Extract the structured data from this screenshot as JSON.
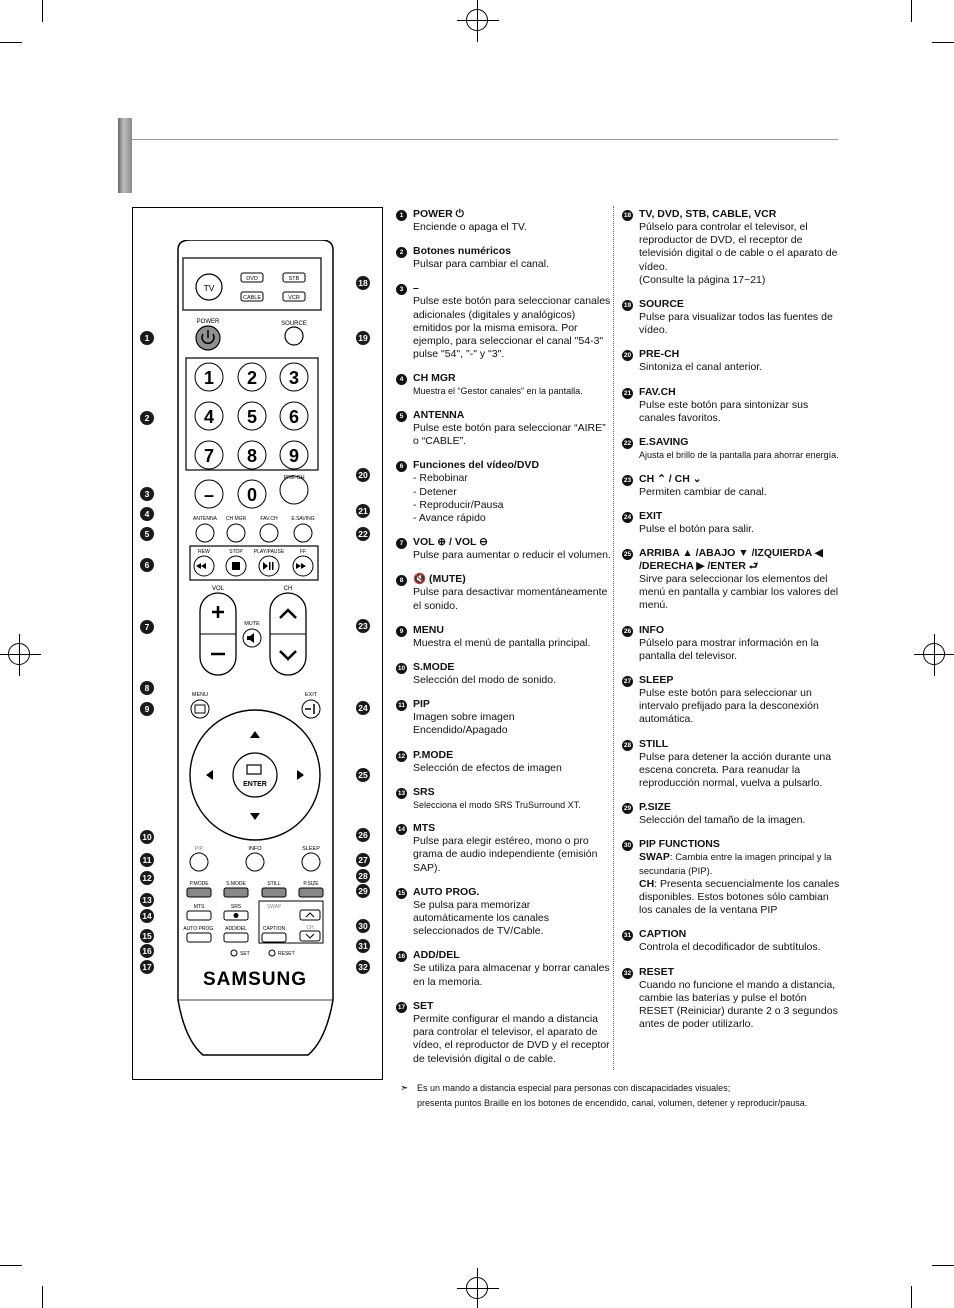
{
  "remote": {
    "labels": {
      "tv": "TV",
      "dvd": "DVD",
      "stb": "STB",
      "cable": "CABLE",
      "vcr": "VCR",
      "power": "POWER",
      "source": "SOURCE",
      "prech": "PRE-CH",
      "antenna": "ANTENNA",
      "chmgr": "CH MGR",
      "favch": "FAV.CH",
      "esaving": "E.SAVING",
      "rew": "REW",
      "stop": "STOP",
      "playpause": "PLAY/PAUSE",
      "ff": "FF",
      "vol": "VOL",
      "ch": "CH",
      "mute": "MUTE",
      "menu": "MENU",
      "exit": "EXIT",
      "enter": "ENTER",
      "pip": "PIP",
      "info": "INFO",
      "sleep": "SLEEP",
      "pmode": "P.MODE",
      "smode": "S.MODE",
      "still": "STILL",
      "psize": "P.SIZE",
      "mts": "MTS",
      "srs": "SRS",
      "swap": "SWAP",
      "autoprog": "AUTO PROG.",
      "adddel": "ADD/DEL",
      "caption": "CAPTION",
      "set": "SET",
      "reset": "RESET",
      "brand": "SAMSUNG"
    },
    "digits": [
      "1",
      "2",
      "3",
      "4",
      "5",
      "6",
      "7",
      "8",
      "9",
      "0"
    ],
    "dash": "–"
  },
  "items_left": [
    {
      "n": "1",
      "title": "POWER ⏻",
      "desc": "Enciende o apaga el TV."
    },
    {
      "n": "2",
      "title": "Botones numéricos",
      "desc": "Pulsar para cambiar el canal."
    },
    {
      "n": "3",
      "title": "–",
      "desc": "Pulse este botón para seleccionar canales adicionales (digitales y analógicos) emitidos por la misma emisora. Por ejemplo, para seleccionar el canal \"54-3\" pulse \"54\", \"-\" y \"3\"."
    },
    {
      "n": "4",
      "title": "CH MGR",
      "desc": "Muestra el “Gestor canales” en la pantalla.",
      "small": true
    },
    {
      "n": "5",
      "title": "ANTENNA",
      "desc": "Pulse este botón para seleccionar “AIRE” o “CABLE”."
    },
    {
      "n": "6",
      "title": "Funciones del vídeo/DVD",
      "desc": "- Rebobinar\n- Detener\n- Reproducir/Pausa\n- Avance rápido"
    },
    {
      "n": "7",
      "title": "VOL ⊕ / VOL ⊖",
      "desc": "Pulse para aumentar o reducir el volumen."
    },
    {
      "n": "8",
      "title": "🔇 (MUTE)",
      "desc": "Pulse para desactivar momentáneamente el sonido."
    },
    {
      "n": "9",
      "title": "MENU",
      "desc": "Muestra el menú de pantalla principal."
    },
    {
      "n": "10",
      "title": "S.MODE",
      "desc": "Selección del modo de sonido."
    },
    {
      "n": "11",
      "title": "PIP",
      "desc": "Imagen sobre imagen\nEncendido/Apagado"
    },
    {
      "n": "12",
      "title": "P.MODE",
      "desc": "Selección de efectos de imagen"
    },
    {
      "n": "13",
      "title": "SRS",
      "desc": "Selecciona el modo SRS TruSurround XT.",
      "small": true
    },
    {
      "n": "14",
      "title": "MTS",
      "desc": "Pulse para elegir estéreo, mono o pro grama de audio independiente (emisión SAP)."
    },
    {
      "n": "15",
      "title": "AUTO PROG.",
      "desc": "Se pulsa para memorizar automáticamente los canales seleccionados de TV/Cable."
    },
    {
      "n": "16",
      "title": "ADD/DEL",
      "desc": "Se utiliza para almacenar y borrar canales en la memoria."
    },
    {
      "n": "17",
      "title": "SET",
      "desc": "Permite configurar el mando a distancia para controlar el televisor, el aparato de vídeo, el reproductor de DVD y el receptor de televisión digital o de cable."
    }
  ],
  "items_right": [
    {
      "n": "18",
      "title": "TV, DVD, STB, CABLE, VCR",
      "desc": "Púlselo para controlar el televisor, el reproductor de DVD, el receptor de televisión digital o de cable o el aparato de vídeo.\n(Consulte la página 17~21)"
    },
    {
      "n": "19",
      "title": "SOURCE",
      "desc": "Pulse para visualizar todos las fuentes de vídeo."
    },
    {
      "n": "20",
      "title": "PRE-CH",
      "desc": "Sintoniza el canal anterior."
    },
    {
      "n": "21",
      "title": "FAV.CH",
      "desc": "Pulse este botón para sintonizar sus canales favoritos."
    },
    {
      "n": "22",
      "title": "E.SAVING",
      "desc": "Ajusta el brillo de la pantalla para ahorrar energía.",
      "small": true
    },
    {
      "n": "23",
      "title": "CH ⌃  / CH ⌄",
      "desc": "Permiten cambiar de canal."
    },
    {
      "n": "24",
      "title": "EXIT",
      "desc": "Pulse el botón para salir."
    },
    {
      "n": "25",
      "title": "ARRIBA ▲ /ABAJO ▼ /IZQUIERDA ◀ /DERECHA ▶ /ENTER ⮐",
      "desc": "Sirve para seleccionar los elementos del menú en pantalla y cambiar los valores del menú."
    },
    {
      "n": "26",
      "title": "INFO",
      "desc": "Púlselo para mostrar información en la pantalla del televisor."
    },
    {
      "n": "27",
      "title": "SLEEP",
      "desc": "Pulse este botón para seleccionar un intervalo prefijado para la desconexión automática."
    },
    {
      "n": "28",
      "title": "STILL",
      "desc": "Pulse para detener la acción durante una escena concreta. Para reanudar la reproducción normal, vuelva a pulsarlo."
    },
    {
      "n": "29",
      "title": "P.SIZE",
      "desc": "Selección del tamaño de la imagen."
    },
    {
      "n": "30",
      "title": "PIP FUNCTIONS",
      "swap_label": "SWAP",
      "swap_desc": ": Cambia entre la imagen principal y la secundaria (PIP).",
      "ch_label": "CH",
      "ch_desc": ": Presenta secuencialmente los canales disponibles. Estos botones sólo cambian los canales de la ventana PIP"
    },
    {
      "n": "31",
      "title": "CAPTION",
      "desc": "Controla el decodificador de subtítulos."
    },
    {
      "n": "32",
      "title": "RESET",
      "desc": "Cuando no funcione el mando a distancia, cambie las baterías y pulse el botón RESET (Reiniciar) durante 2 o 3 segundos antes de poder utilizarlo."
    }
  ],
  "footnote": {
    "line1": "Es un mando a distancia especial para personas con discapacidades visuales;",
    "line2": "presenta puntos Braille en los botones de encendido, canal, volumen, detener y reproducir/pausa."
  }
}
